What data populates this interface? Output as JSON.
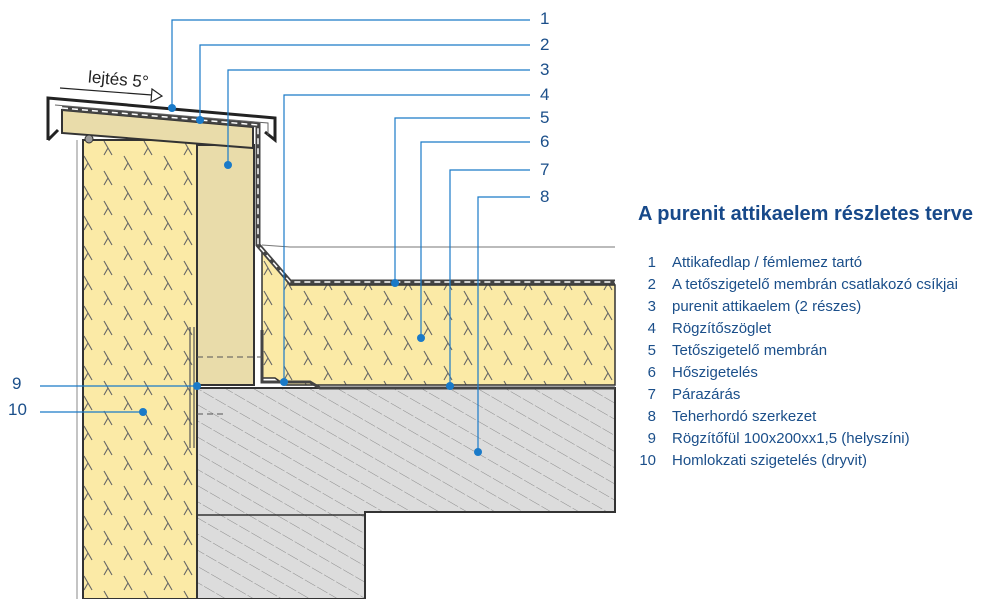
{
  "title": "A purenit attikaelem részletes terve",
  "slope_label": "lejtés 5°",
  "callout_numbers": [
    "1",
    "2",
    "3",
    "4",
    "5",
    "6",
    "7",
    "8",
    "9",
    "10"
  ],
  "legend": [
    {
      "n": "1",
      "text": "Attikafedlap / fémlemez tartó"
    },
    {
      "n": "2",
      "text": "A tetőszigetelő membrán csatlakozó csíkjai"
    },
    {
      "n": "3",
      "text": "purenit attikaelem (2 részes)"
    },
    {
      "n": "4",
      "text": "Rögzítőszöglet"
    },
    {
      "n": "5",
      "text": "Tetőszigetelő membrán"
    },
    {
      "n": "6",
      "text": "Hőszigetelés"
    },
    {
      "n": "7",
      "text": "Párazárás"
    },
    {
      "n": "8",
      "text": "Teherhordó szerkezet"
    },
    {
      "n": "9",
      "text": "Rögzítőfül 100x200xx1,5 (helyszíni)"
    },
    {
      "n": "10",
      "text": "Homlokzati szigetelés (dryvit)"
    }
  ],
  "colors": {
    "accent": "#1a7ac8",
    "text": "#1b4f8a",
    "insulation": "#fbeaa6",
    "attic": "#e9dcaa",
    "concrete": "#dcdcdc"
  }
}
